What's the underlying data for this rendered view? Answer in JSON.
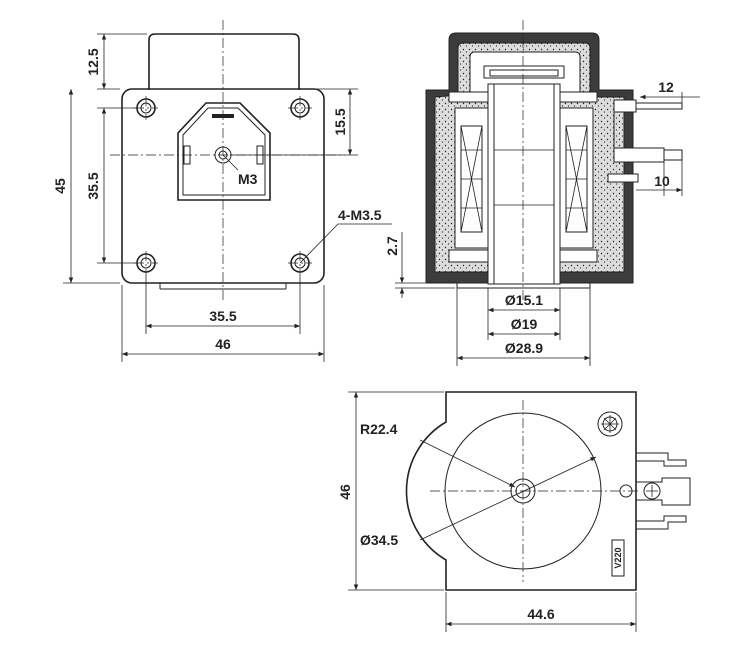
{
  "front_view": {
    "height_upper": "12.5",
    "height_total": "45",
    "height_holes": "35.5",
    "offset_right": "15.5",
    "thread_center": "M3",
    "mount_holes": "4-M3.5",
    "width_holes": "35.5",
    "width_total": "46"
  },
  "section_view": {
    "terminal_offset": "12",
    "terminal_width": "10",
    "flange": "2.7",
    "diameter_inner": "Ø15.1",
    "diameter_mid": "Ø19",
    "diameter_outer": "Ø28.9"
  },
  "side_view": {
    "radius": "R22.4",
    "diameter": "Ø34.5",
    "height": "46",
    "width": "44.6",
    "stamp": "V220"
  }
}
